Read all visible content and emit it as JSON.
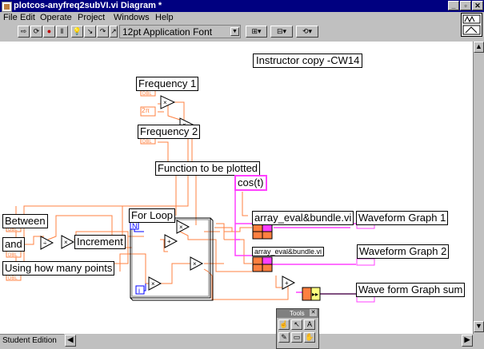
{
  "window": {
    "title": "plotcos-anyfreq2subVI.vi Diagram *",
    "status": "Student Edition"
  },
  "menu": [
    "File",
    "Edit",
    "Operate",
    "Project",
    "Windows",
    "Help"
  ],
  "toolbar": {
    "font_selector": "12pt Application Font"
  },
  "diagram": {
    "instructor_note": "Instructor copy -CW14",
    "labels": {
      "frequency1": "Frequency 1",
      "frequency2": "Frequency 2",
      "function_label": "Function to be plotted",
      "function_value": "cos(t)",
      "between": "Between",
      "and": "and",
      "points": "Using how many points",
      "increment": "Increment",
      "for_loop": "For Loop",
      "subvi1": "array_eval&bundle.vi",
      "subvi2": "array_eval&bundle.vi",
      "graph1": "Waveform Graph 1",
      "graph2": "Waveform Graph 2",
      "graph_sum": "Wave form Graph sum",
      "const_2pi": "2π",
      "loop_n": "N",
      "loop_i": "i"
    },
    "terminal_type": "DBL",
    "colors": {
      "wire_orange": "#ff8040",
      "wire_pink": "#ff40ff",
      "wire_blue": "#0000ff",
      "terminal_orange": "#ff8040",
      "titlebar": "#000080"
    }
  },
  "tools_palette": {
    "title": "Tools"
  }
}
